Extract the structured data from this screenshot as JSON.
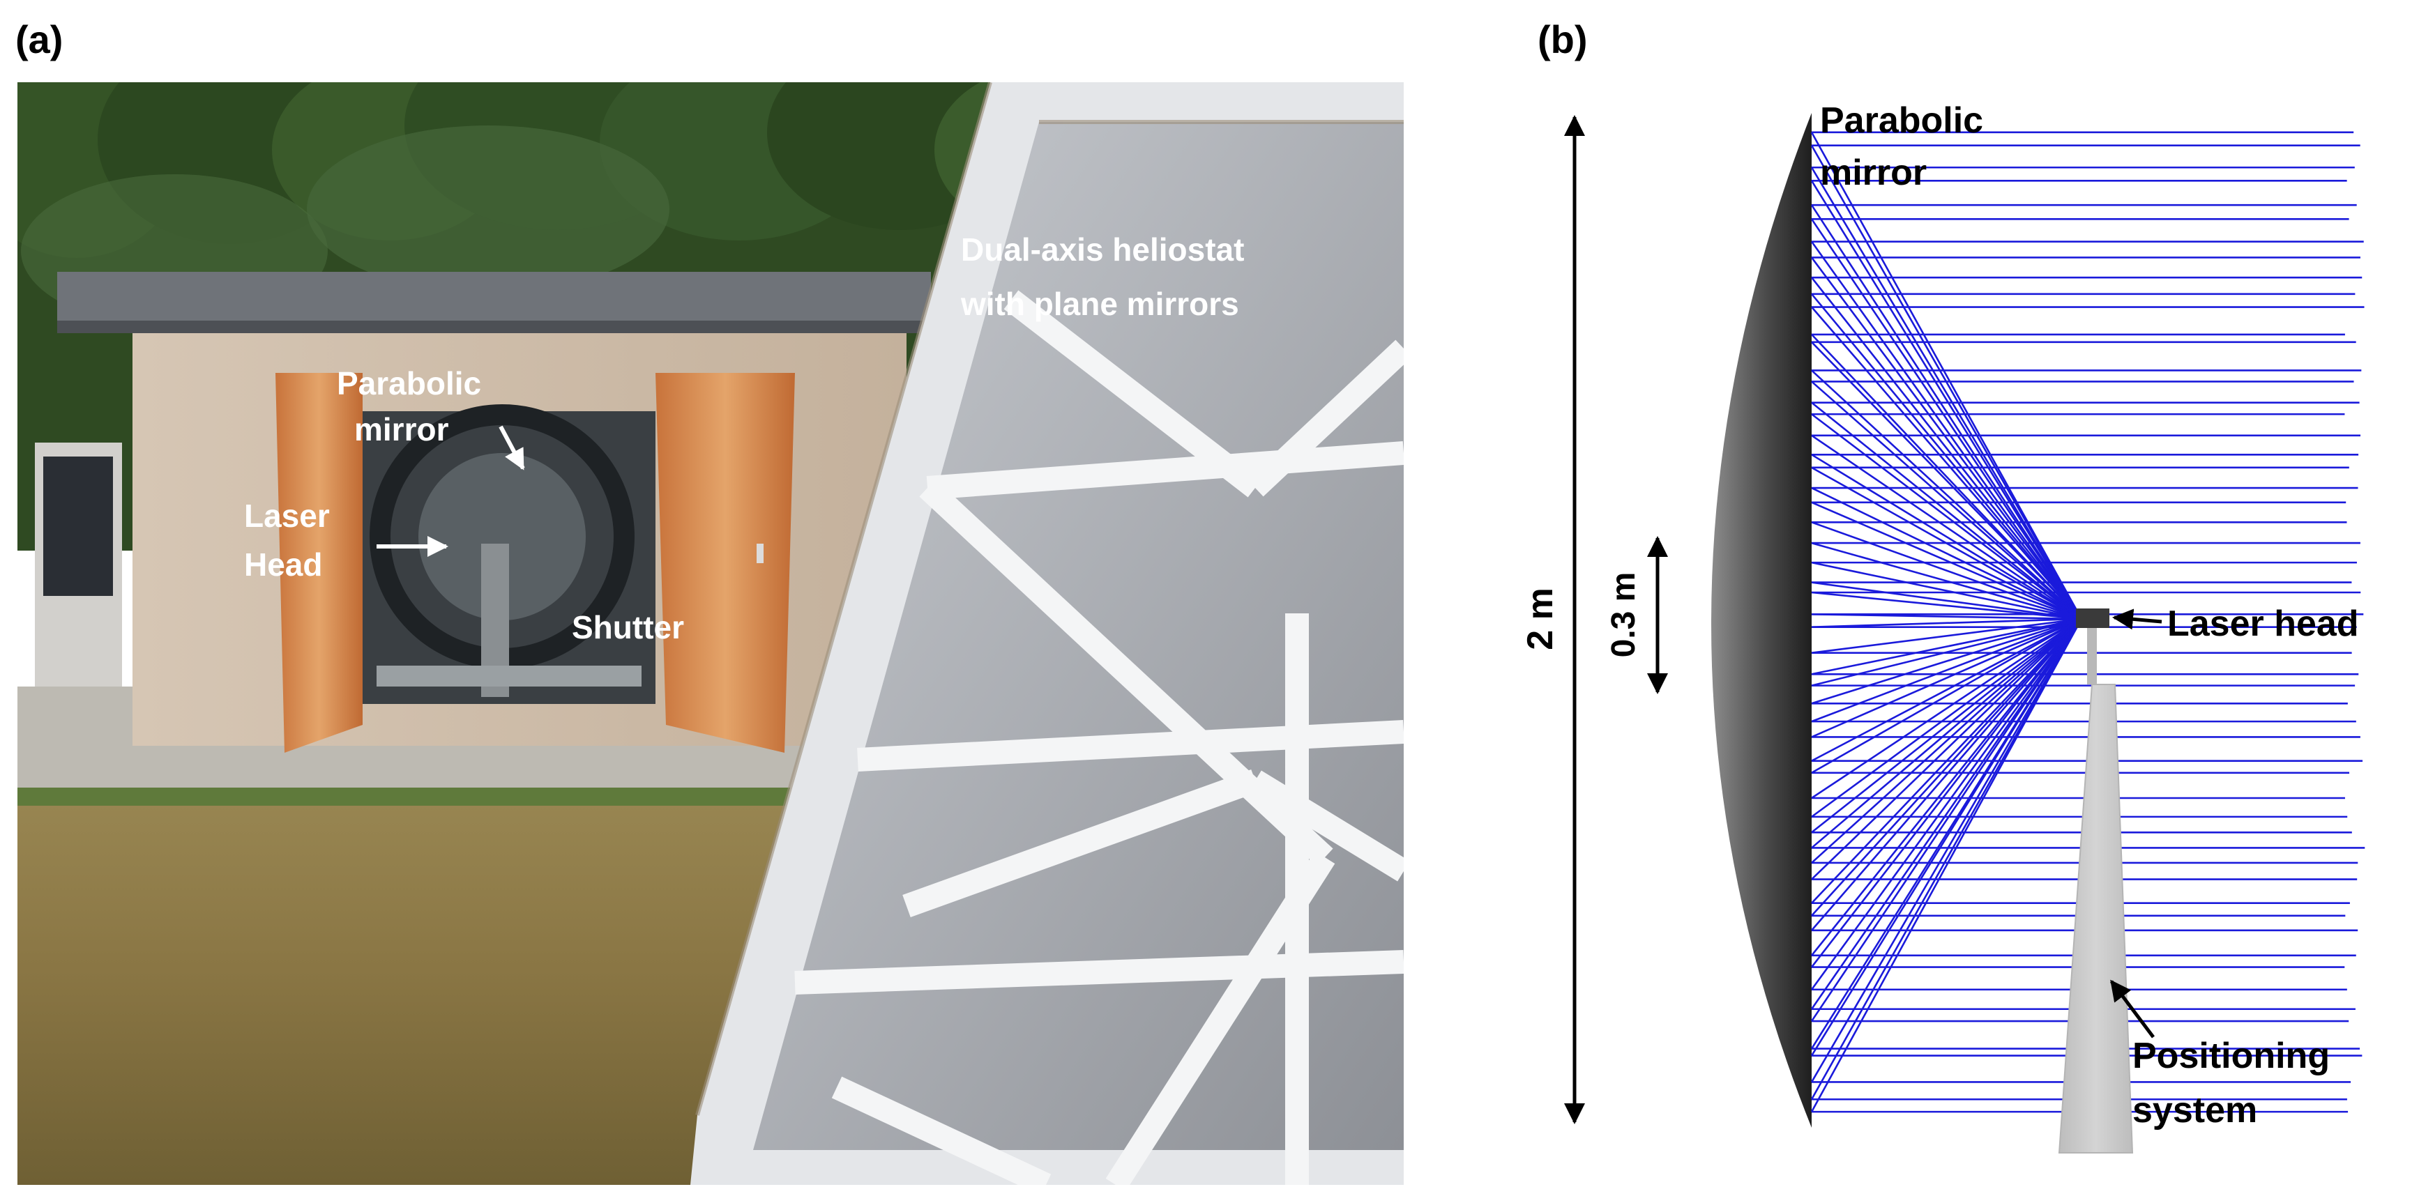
{
  "panel_a": {
    "label": "(a)",
    "annotations": {
      "heliostat_line1": "Dual-axis heliostat",
      "heliostat_line2": "with plane mirrors",
      "mirror_line1": "Parabolic",
      "mirror_line2": "mirror",
      "laser_line1": "Laser",
      "laser_line2": "Head",
      "shutter": "Shutter"
    }
  },
  "panel_b": {
    "label": "(b)",
    "labels": {
      "mirror_line1": "Parabolic",
      "mirror_line2": "mirror",
      "laser_head": "Laser head",
      "positioning_line1": "Positioning",
      "positioning_line2": "system"
    },
    "dimensions": {
      "total_height": "2 m",
      "spacing": "0.3 m"
    },
    "colors": {
      "ray": "#1a1adb",
      "mirror_dark": "#1e1e1e",
      "mirror_light": "#8c8c8c",
      "stand": "#cfcfcf"
    }
  }
}
